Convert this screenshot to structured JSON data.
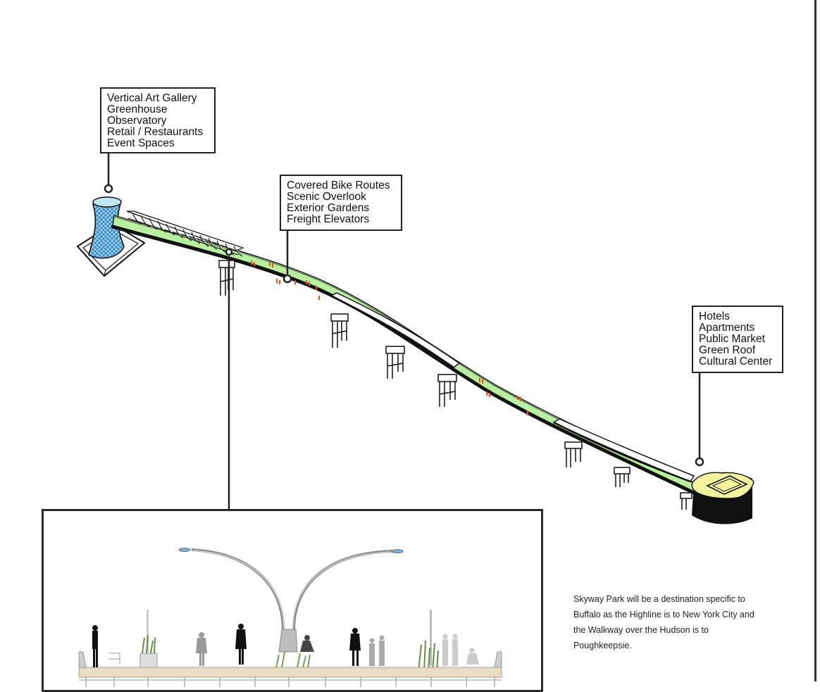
{
  "callouts": {
    "tower": [
      "Vertical Art Gallery",
      "Greenhouse",
      "Observatory",
      "Retail / Restaurants",
      "Event Spaces"
    ],
    "bridge": [
      "Covered Bike Routes",
      "Scenic Overlook",
      "Exterior Gardens",
      "Freight Elevators"
    ],
    "end": [
      "Hotels",
      "Apartments",
      "Public Market",
      "Green Roof",
      "Cultural Center"
    ]
  },
  "caption": "Skyway Park will be a destination specific to Buffalo as the Highline is to New York City and the Walkway over the Hudson is to Poughkeepsie.",
  "colors": {
    "deck_green": "#b8f0a0",
    "tower_blue": "#8fd0f0",
    "building_yellow": "#f4f4a0",
    "people_orange": "#e8501c"
  }
}
